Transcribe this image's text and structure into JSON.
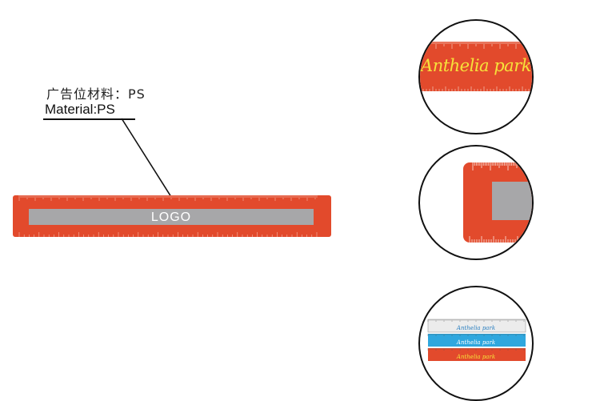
{
  "caption": {
    "chinese": "广告位材料：PS",
    "english": "Material:PS"
  },
  "ruler": {
    "logo_text": "LOGO",
    "color_ruler": "#e24a2c",
    "color_window": "#a7a7a9"
  },
  "detail_circles": {
    "brand_text": "Anthelia park",
    "brand_color": "#f6e23a",
    "variant_colors": [
      "#ececec",
      "#2fa7de",
      "#e24a2c"
    ]
  },
  "icons": [
    "leader-line"
  ]
}
